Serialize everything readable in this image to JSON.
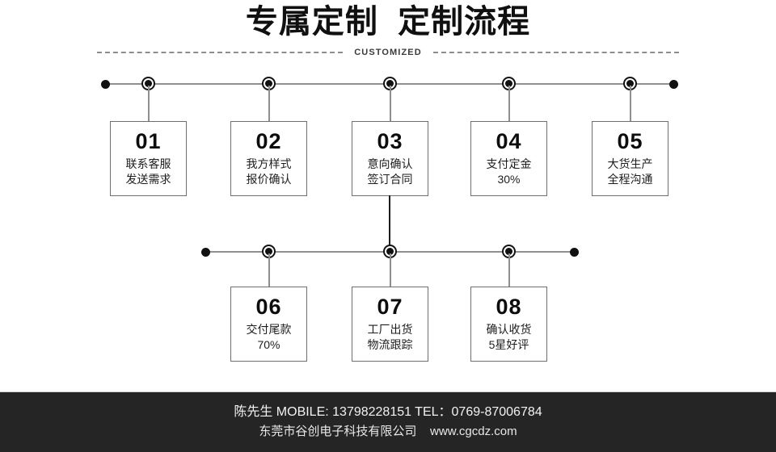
{
  "header": {
    "title": "专属定制  定制流程",
    "subtitle": "CUSTOMIZED"
  },
  "timeline": {
    "row1_steps": [
      {
        "num": "01",
        "lines": "联系客服\n发送需求"
      },
      {
        "num": "02",
        "lines": "我方样式\n报价确认"
      },
      {
        "num": "03",
        "lines": "意向确认\n签订合同"
      },
      {
        "num": "04",
        "lines": "支付定金\n30%"
      },
      {
        "num": "05",
        "lines": "大货生产\n全程沟通"
      }
    ],
    "row2_steps": [
      {
        "num": "06",
        "lines": "交付尾款\n70%"
      },
      {
        "num": "07",
        "lines": "工厂出货\n物流跟踪"
      },
      {
        "num": "08",
        "lines": "确认收货\n5星好评"
      }
    ]
  },
  "footer": {
    "line1": "陈先生 MOBILE: 13798228151 TEL：0769-87006784",
    "line2": "东莞市谷创电子科技有限公司    www.cgcdz.com"
  },
  "colors": {
    "background": "#ffffff",
    "ink": "#111111",
    "rail": "#8f8f8f",
    "box_border": "#6f6f6f",
    "footer_bg": "#252525",
    "footer_text": "#f2f2f2"
  }
}
